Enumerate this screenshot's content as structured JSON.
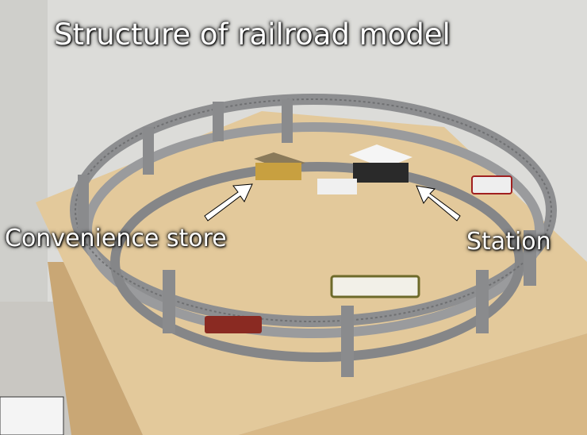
{
  "title": "Structure of railroad model",
  "labels": {
    "convenience_store": "Convenience store",
    "station": "Station"
  },
  "colors": {
    "wall": "#dcdcd9",
    "table": "#e3c99b",
    "track": "#8d8e90",
    "arrow": "#ffffff"
  }
}
